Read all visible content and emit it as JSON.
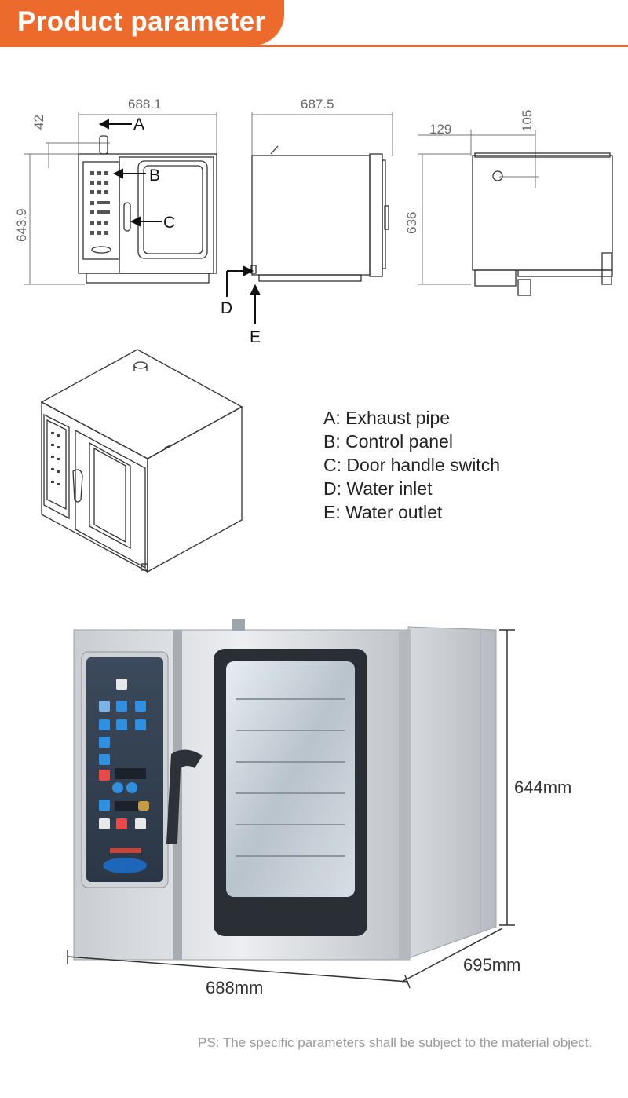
{
  "header": {
    "title": "Product parameter"
  },
  "drawings": {
    "front": {
      "width": "688.1",
      "height": "643.9",
      "top_offset": "42"
    },
    "side": {
      "width": "687.5"
    },
    "back": {
      "offset_x": "129",
      "offset_y": "105",
      "height": "636"
    },
    "callouts": [
      "A",
      "B",
      "C",
      "D",
      "E"
    ]
  },
  "legend": [
    "A: Exhaust pipe",
    "B: Control panel",
    "C: Door handle switch",
    "D: Water inlet",
    "E: Water outlet"
  ],
  "photo": {
    "height": "644mm",
    "width": "688mm",
    "depth": "695mm"
  },
  "footer": {
    "note": "PS: The specific parameters shall be subject to the material object."
  },
  "colors": {
    "accent": "#ec6a2c"
  }
}
